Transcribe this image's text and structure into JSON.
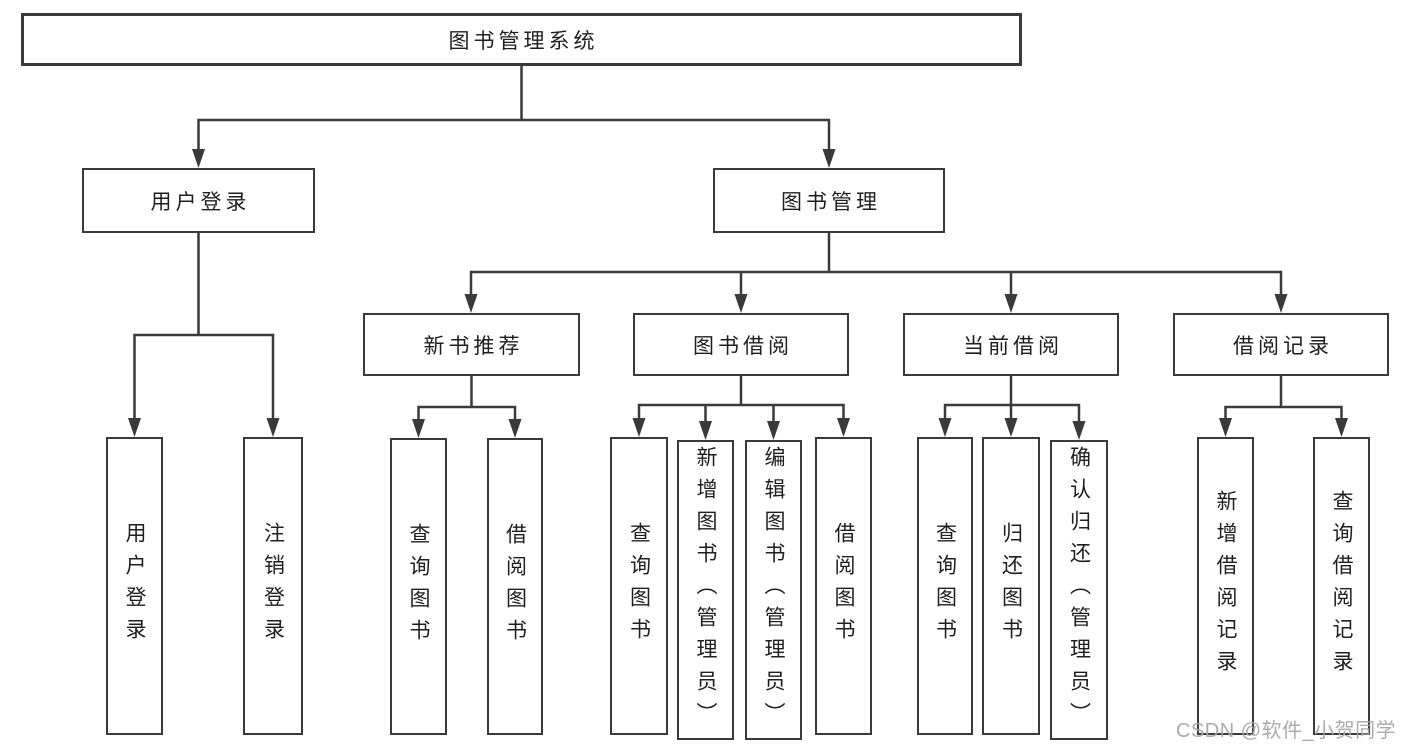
{
  "diagram": {
    "title": "图书管理系统",
    "level2": [
      {
        "label": "用户登录"
      },
      {
        "label": "图书管理"
      }
    ],
    "level3": [
      {
        "label": "新书推荐"
      },
      {
        "label": "图书借阅"
      },
      {
        "label": "当前借阅"
      },
      {
        "label": "借阅记录"
      }
    ],
    "leaves": {
      "user_login": [
        "用户登录",
        "注销登录"
      ],
      "new_book": [
        "查询图书",
        "借阅图书"
      ],
      "book_borrow": [
        "查询图书",
        "新增图书（管理员）",
        "编辑图书（管理员）",
        "借阅图书"
      ],
      "current_borrow": [
        "查询图书",
        "归还图书",
        "确认归还（管理员）"
      ],
      "borrow_records": [
        "新增借阅记录",
        "查询借阅记录"
      ]
    }
  },
  "watermark": {
    "text": "CSDN @软件_小贺同学"
  },
  "colors": {
    "line": "#3a3a3a",
    "text": "#1f1f1f",
    "background": "#ffffff"
  }
}
